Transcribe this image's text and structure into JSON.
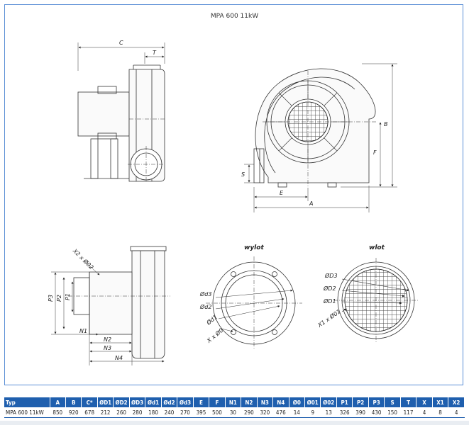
{
  "title": "MPA 600 11kW",
  "views": {
    "side": {
      "labels": [
        "C",
        "T"
      ]
    },
    "front": {
      "labels": [
        "B",
        "F",
        "S",
        "E",
        "A"
      ]
    },
    "outlet_side": {
      "labels": [
        "X2 x Ø02",
        "P3",
        "P2",
        "P1",
        "N1",
        "N2",
        "N3",
        "N4"
      ]
    },
    "wylot": {
      "heading": "wylot",
      "labels": [
        "Ød3",
        "Ød2",
        "Ød1",
        "X x Ø0"
      ]
    },
    "wlot": {
      "heading": "wlot",
      "labels": [
        "ØD3",
        "ØD2",
        "ØD1",
        "X1 x Ø01"
      ]
    }
  },
  "table": {
    "headers": [
      "Typ",
      "A",
      "B",
      "C*",
      "ØD1",
      "ØD2",
      "ØD3",
      "Ød1",
      "Ød2",
      "Ød3",
      "E",
      "F",
      "N1",
      "N2",
      "N3",
      "N4",
      "Ø0",
      "Ø01",
      "Ø02",
      "P1",
      "P2",
      "P3",
      "S",
      "T",
      "X",
      "X1",
      "X2"
    ],
    "rows": [
      [
        "MPA 600 11kW",
        "850",
        "920",
        "678",
        "212",
        "260",
        "280",
        "180",
        "240",
        "270",
        "395",
        "500",
        "30",
        "290",
        "320",
        "476",
        "14",
        "9",
        "13",
        "326",
        "390",
        "430",
        "150",
        "117",
        "4",
        "8",
        "4"
      ]
    ]
  }
}
